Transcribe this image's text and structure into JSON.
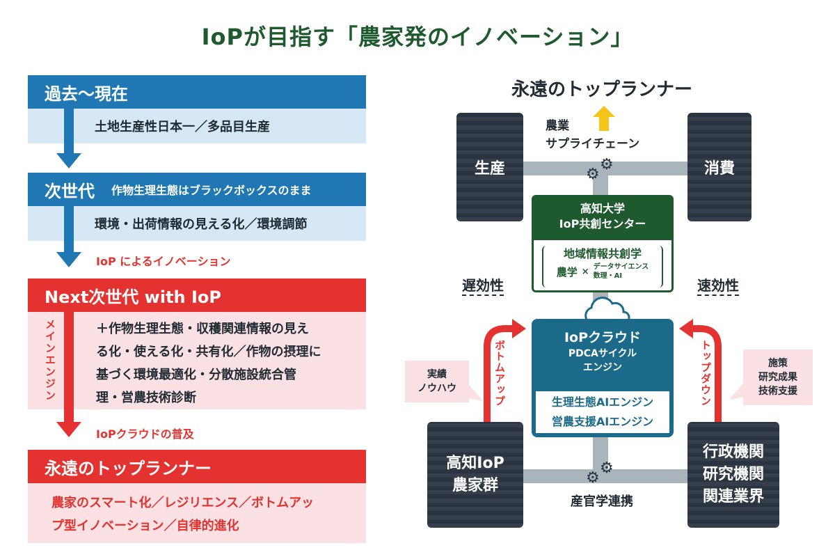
{
  "title": "IoPが目指す「農家発のイノベーション」",
  "left": {
    "stage1": {
      "header": "過去〜現在",
      "body": "土地生産性日本一／多品目生産"
    },
    "stage2": {
      "header": "次世代",
      "subtitle": "作物生理生態はブラックボックスのまま",
      "body": "環境・出荷情報の見える化／環境調節"
    },
    "arrow2_label": "IoP によるイノベーション",
    "stage3": {
      "header": "Next次世代 with IoP",
      "side_label": "メインエンジン",
      "body_lines": [
        "＋作物生理生態・収穫関連情報の見え",
        "る化・使える化・共有化／作物の摂理に",
        "基づく環境最適化・分散施設統合管",
        "理・営農技術診断"
      ]
    },
    "arrow3_label": "IoPクラウドの普及",
    "stage4": {
      "header": "永遠のトップランナー",
      "body_lines": [
        "農家のスマート化／レジリエンス／ボトムアッ",
        "プ型イノベーション／自律的進化"
      ]
    }
  },
  "right": {
    "top_title": "永遠のトップランナー",
    "supply_chain": [
      "農業",
      "サプライチェーン"
    ],
    "tire_production": "生産",
    "tire_consumption": "消費",
    "kochi_header": [
      "高知大学",
      "IoP共創センター"
    ],
    "kochi_field": "地域情報共創学",
    "kochi_agri": "農学",
    "kochi_times": "×",
    "kochi_ds": [
      "データサイエンス",
      "数理・AI"
    ],
    "slow": "遅効性",
    "fast": "速効性",
    "cloud_title": "IoPクラウド",
    "cloud_sub": [
      "PDCAサイクル",
      "エンジン"
    ],
    "cloud_engines": [
      "生理生態AIエンジン",
      "営農支援AIエンジン"
    ],
    "bottom_up": "ボトムアップ",
    "top_down": "トップダウン",
    "note_left": [
      "実績",
      "ノウハウ"
    ],
    "note_right": [
      "施策",
      "研究成果",
      "技術支援"
    ],
    "tire_farmers": [
      "高知IoP",
      "農家群"
    ],
    "tire_gov": [
      "行政機関",
      "研究機関",
      "関連業界"
    ],
    "collab": "産官学連携",
    "colors": {
      "blue": "#1f78b4",
      "red": "#e3322f",
      "green": "#1f5a2e",
      "teal": "#1b6a8a",
      "yellow": "#f5c518"
    }
  }
}
